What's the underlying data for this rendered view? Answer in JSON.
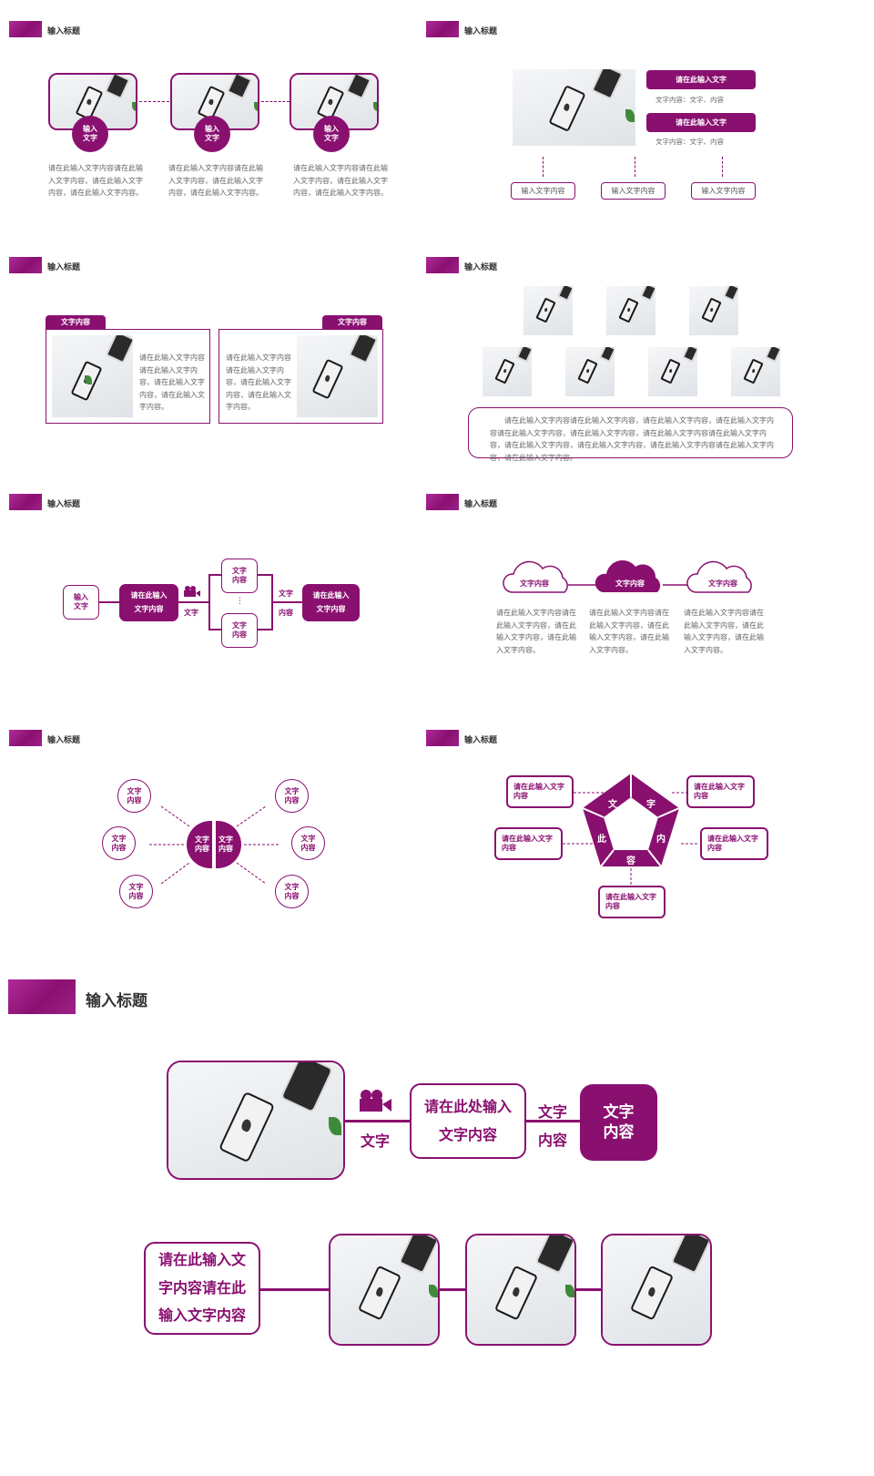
{
  "header_title": "输入标题",
  "slide1": {
    "cards": [
      {
        "tag": "输入\n文字",
        "text": "请在此输入文字内容请在此输入文字内容，请在此输入文字内容，请在此输入文字内容。"
      },
      {
        "tag": "输入\n文字",
        "text": "请在此输入文字内容请在此输入文字内容，请在此输入文字内容，请在此输入文字内容。"
      },
      {
        "tag": "输入\n文字",
        "text": "请在此输入文字内容请在此输入文字内容，请在此输入文字内容，请在此输入文字内容。"
      }
    ]
  },
  "slide2": {
    "items": [
      {
        "title": "请在此输入文字",
        "sub": "文字内容：文字、内容"
      },
      {
        "title": "请在此输入文字",
        "sub": "文字内容：文字、内容"
      }
    ],
    "bottom": [
      "输入文字内容",
      "输入文字内容",
      "输入文字内容"
    ]
  },
  "slide3": {
    "left_tag": "文字内容",
    "right_tag": "文字内容",
    "left_text": "请在此输入文字内容请在此输入文字内容，请在此输入文字内容，请在此输入文字内容。",
    "right_text": "请在此输入文字内容请在此输入文字内容，请在此输入文字内容，请在此输入文字内容。"
  },
  "slide4": {
    "text": "请在此输入文字内容请在此输入文字内容，请在此输入文字内容，请在此输入文字内容请在此输入文字内容，请在此输入文字内容，请在此输入文字内容请在此输入文字内容，请在此输入文字内容，请在此输入文字内容，请在此输入文字内容请在此输入文字内容，请在此输入文字内容。"
  },
  "slide5": {
    "input": "输入\n文字",
    "main": "请在此输入\n文字内容",
    "icon_label": "文字",
    "top": "文字\n内容",
    "dots": "⋮",
    "bottom": "文字\n内容",
    "right_label_a": "文字",
    "right_label_b": "内容",
    "end": "请在此输入\n文字内容"
  },
  "slide6": {
    "clouds": [
      "文字内容",
      "文字内容",
      "文字内容"
    ],
    "texts": [
      "请在此输入文字内容请在此输入文字内容，请在此输入文字内容，请在此输入文字内容。",
      "请在此输入文字内容请在此输入文字内容，请在此输入文字内容，请在此输入文字内容。",
      "请在此输入文字内容请在此输入文字内容，请在此输入文字内容，请在此输入文字内容。"
    ]
  },
  "slide7": {
    "center_left": "文字\n内容",
    "center_right": "文字\n内容",
    "outer": [
      "文字\n内容",
      "文字\n内容",
      "文字\n内容",
      "文字\n内容",
      "文字\n内容",
      "文字\n内容"
    ]
  },
  "slide8": {
    "pentagon": [
      "文",
      "字",
      "内",
      "容",
      "此"
    ],
    "boxes": [
      "请在此输入文字\n内容",
      "请在此输入文字\n内容",
      "请在此输入文字\n内容",
      "请在此输入文字\n内容",
      "请在此输入文字\n内容"
    ]
  },
  "slide9": {
    "title": "输入标题",
    "icon_label": "文字",
    "main": "请在此处输入\n文字内容",
    "mid_a": "文字",
    "mid_b": "内容",
    "end": "文字\n内容",
    "text_box": "请在此输入文\n字内容请在此\n输入文字内容"
  },
  "colors": {
    "accent": "#8a1070",
    "text": "#666666",
    "title": "#333333"
  }
}
